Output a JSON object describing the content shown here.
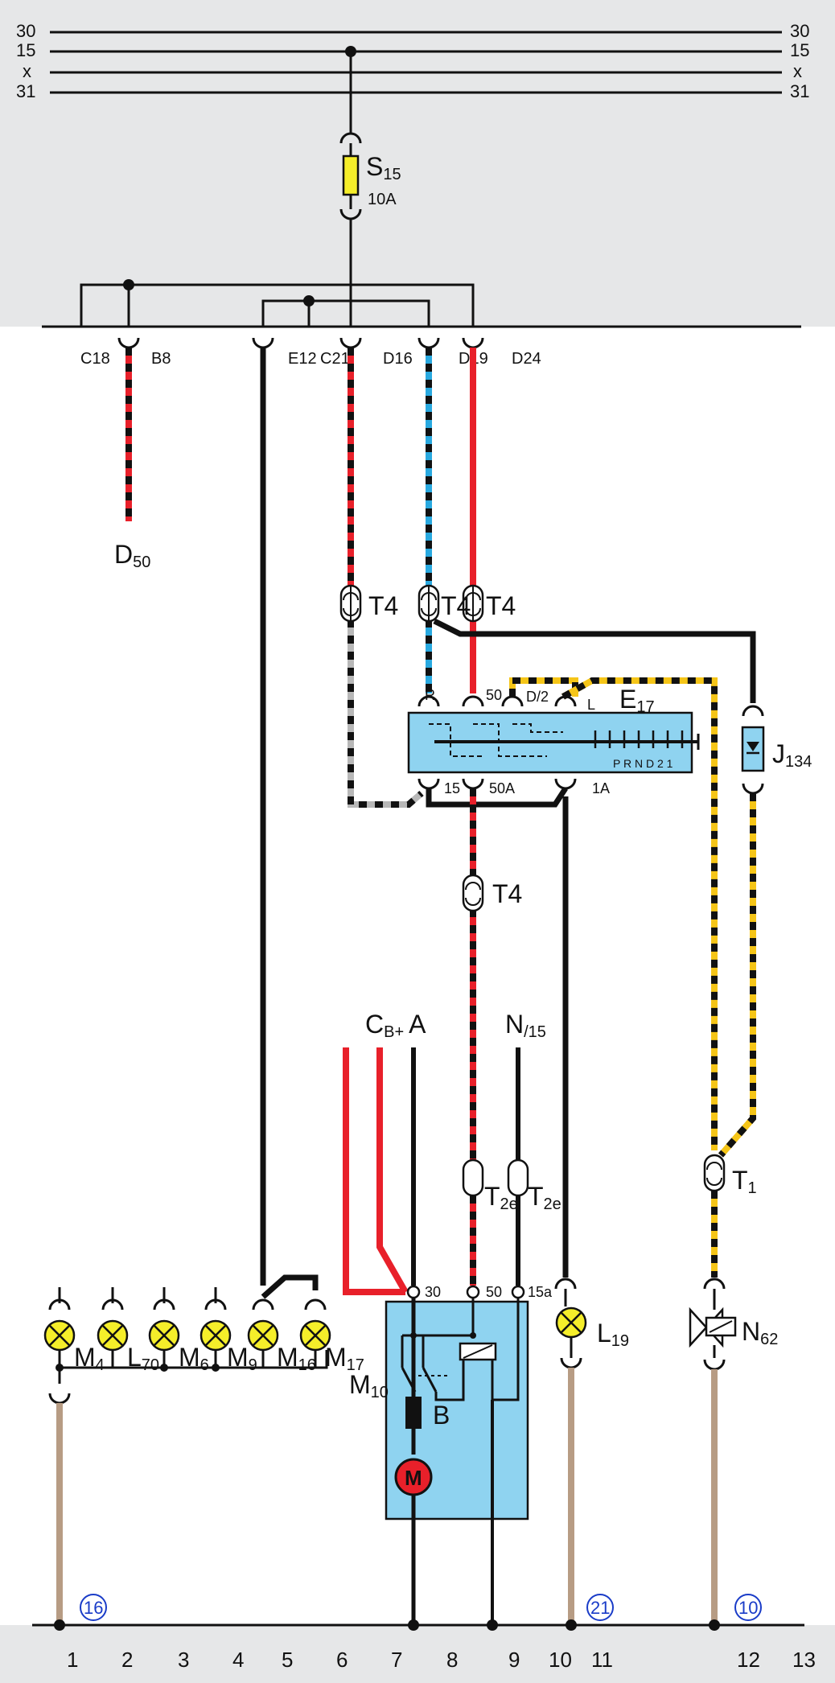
{
  "rails": [
    {
      "left": "30",
      "right": "30"
    },
    {
      "left": "15",
      "right": "15"
    },
    {
      "left": "x",
      "right": "x"
    },
    {
      "left": "31",
      "right": "31"
    }
  ],
  "fuse": {
    "name": "S",
    "sub": "15",
    "rating": "10A"
  },
  "connectors": {
    "c18": "C18",
    "b8": "B8",
    "e12": "E12",
    "c21": "C21",
    "d16": "D16",
    "d19": "D19",
    "d24": "D24"
  },
  "d50": {
    "name": "D",
    "sub": "50"
  },
  "t4": "T4",
  "t2e": {
    "name": "T",
    "sub": "2e"
  },
  "t1": {
    "name": "T",
    "sub": "1"
  },
  "e17": {
    "name": "E",
    "sub": "17",
    "pins": {
      "r": "R",
      "p50": "50",
      "d2": "D/2",
      "l": "L",
      "p15": "15",
      "p50a": "50A",
      "p1a": "1A"
    },
    "scale": "P R N D 2 1"
  },
  "j134": {
    "name": "J",
    "sub": "134"
  },
  "cb_plus_a": {
    "c": "C",
    "b": "B+",
    "a": "A"
  },
  "n15": {
    "name": "N",
    "sub": "/15"
  },
  "m10": {
    "name": "M",
    "sub": "10",
    "pins": {
      "p30": "30",
      "p50": "50",
      "p15a": "15a"
    },
    "b_label": "B",
    "motor": "M"
  },
  "lamps": {
    "m4": {
      "name": "M",
      "sub": "4"
    },
    "l70": {
      "name": "L",
      "sub": "70"
    },
    "m6": {
      "name": "M",
      "sub": "6"
    },
    "m9": {
      "name": "M",
      "sub": "9"
    },
    "m16": {
      "name": "M",
      "sub": "16"
    },
    "m17": {
      "name": "M",
      "sub": "17"
    }
  },
  "l19": {
    "name": "L",
    "sub": "19"
  },
  "n62": {
    "name": "N",
    "sub": "62"
  },
  "refs": {
    "r16": "16",
    "r21": "21",
    "r10": "10"
  },
  "columns": [
    "1",
    "2",
    "3",
    "4",
    "5",
    "6",
    "7",
    "8",
    "9",
    "10",
    "11",
    "12",
    "13"
  ],
  "colors": {
    "panel": "#e6e7e8",
    "component": "#8fd3f0",
    "fuse": "#f5ee2a",
    "lamp": "#f5ee2a",
    "motor": "#e8202a",
    "wire_red": "#e8202a",
    "wire_blue": "#29a9e0",
    "wire_yellow": "#f5c518",
    "wire_grey": "#b8b8b8",
    "wire_brown": "#b79c84",
    "ref_blue": "#1a3cc8"
  }
}
